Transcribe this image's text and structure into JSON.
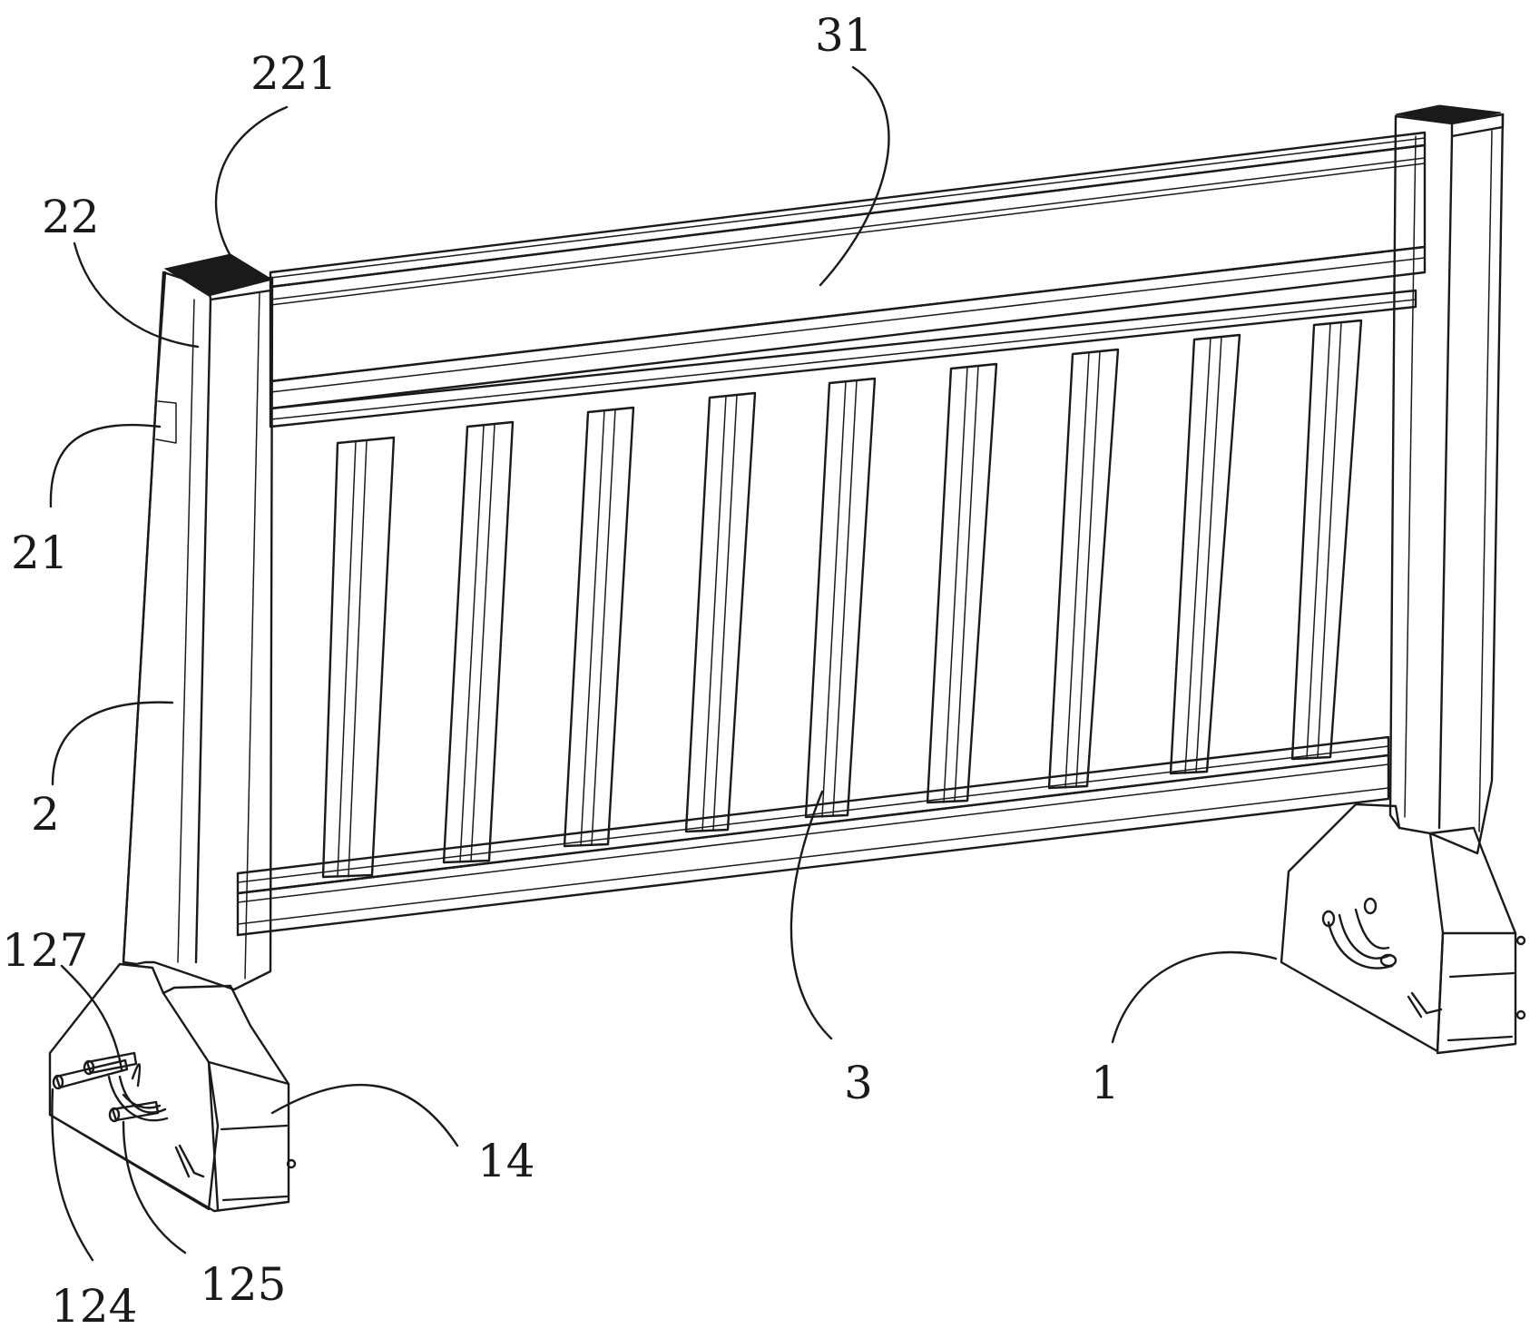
{
  "labels": {
    "l31": "31",
    "l221": "221",
    "l22": "22",
    "l21": "21",
    "l2": "2",
    "l127": "127",
    "l124": "124",
    "l125": "125",
    "l14": "14",
    "l3": "3",
    "l1": "1"
  },
  "colors": {
    "line": "#1a1a1a",
    "background": "#ffffff"
  }
}
